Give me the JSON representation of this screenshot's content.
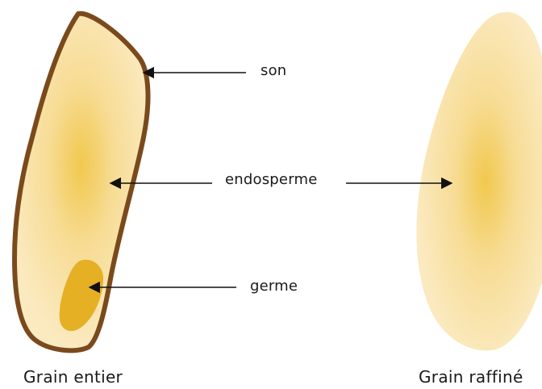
{
  "labels": {
    "bran": "son",
    "endosperm": "endosperme",
    "germ": "germe"
  },
  "captions": {
    "whole_grain": "Grain entier",
    "refined_grain": "Grain raffiné"
  },
  "colors": {
    "bran": "#7a4a1c",
    "endosperm_light": "#fae6b8",
    "endosperm_core": "#f1c84e",
    "germ": "#e6b025",
    "arrow": "#111111",
    "text": "#1a1a1a"
  }
}
